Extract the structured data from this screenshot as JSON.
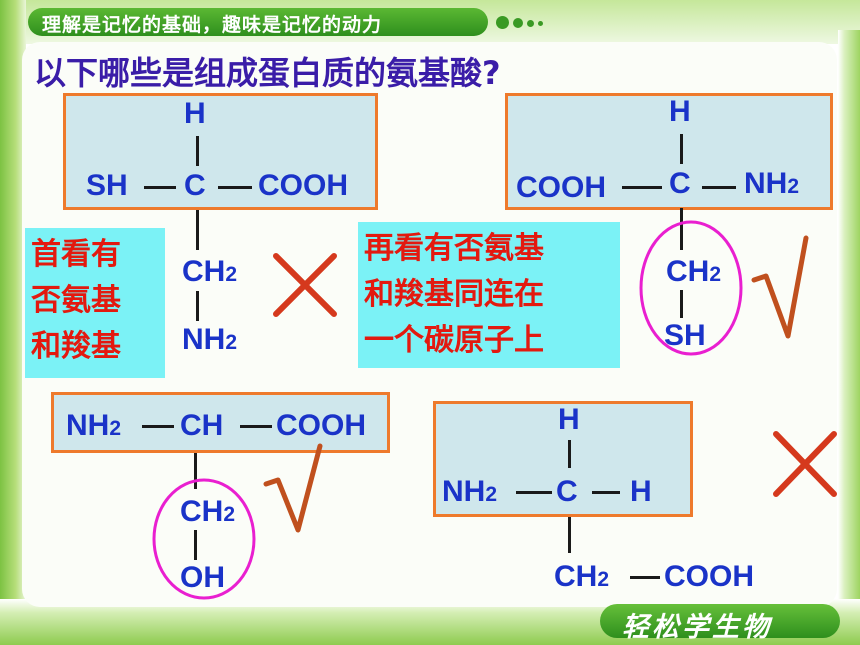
{
  "header": {
    "motto": "理解是记忆的基础，趣味是记忆的动力"
  },
  "question": "以下哪些是组成蛋白质的氨基酸?",
  "molecules": {
    "m1": {
      "h": "H",
      "sh": "SH",
      "c": "C",
      "cooh": "COOH",
      "ch": "CH",
      "ch_sub": "2",
      "nh": "NH",
      "nh_sub": "2",
      "verdict": "cross"
    },
    "m2": {
      "h": "H",
      "cooh": "COOH",
      "c": "C",
      "nh": "NH",
      "nh_sub": "2",
      "ch": "CH",
      "ch_sub": "2",
      "sh": "SH",
      "verdict": "check"
    },
    "m3": {
      "nh": "NH",
      "nh_sub": "2",
      "ch_mid": "CH",
      "cooh": "COOH",
      "ch": "CH",
      "ch_sub": "2",
      "oh": "OH",
      "verdict": "check"
    },
    "m4": {
      "h_top": "H",
      "nh": "NH",
      "nh_sub": "2",
      "c": "C",
      "h_right": "H",
      "ch": "CH",
      "ch_sub": "2",
      "cooh": "COOH",
      "verdict": "cross"
    }
  },
  "notes": {
    "left": [
      "首看有",
      "否氨基",
      "和羧基"
    ],
    "middle": [
      "再看有否氨基",
      "和羧基同连在",
      "一个碳原子上"
    ]
  },
  "brand": "轻松学生物",
  "colors": {
    "formula": "#1a33c8",
    "box_border": "#ee7a2c",
    "box_fill": "#cfe7ec",
    "note_fill": "#7bf2f6",
    "note_text": "#e3190f",
    "question": "#3a1da8",
    "cross": "#d5391d",
    "check": "#c0501e",
    "circle": "#e91fd0"
  }
}
